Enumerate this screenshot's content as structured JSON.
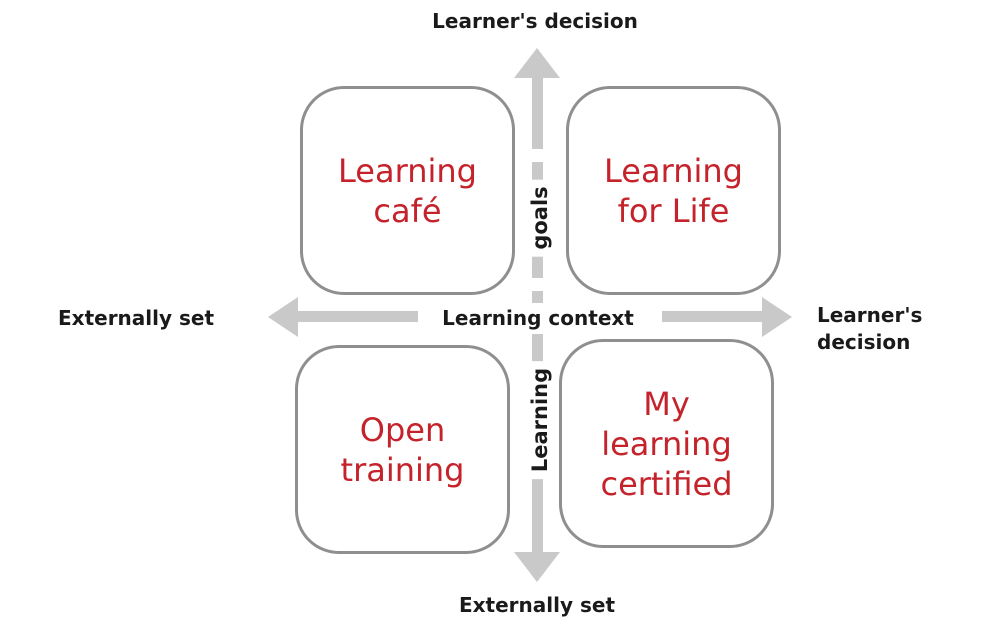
{
  "diagram_title": "Learning context / Learning goals quadrant diagram",
  "axes": {
    "top_label": "Learner's decision",
    "bottom_label": "Externally set",
    "left_label": "Externally set",
    "right_label": "Learner's\ndecision",
    "horizontal_axis_label": "Learning context",
    "vertical_axis_word_upper": "goals",
    "vertical_axis_word_lower": "Learning"
  },
  "quadrants": [
    {
      "position": "top-left",
      "label": "Learning\ncafé"
    },
    {
      "position": "top-right",
      "label": "Learning\nfor Life"
    },
    {
      "position": "bottom-left",
      "label": "Open\ntraining"
    },
    {
      "position": "bottom-right",
      "label": "My\nlearning\ncertified"
    }
  ],
  "colors": {
    "arrow_gray": "#c9c9c9",
    "box_border_gray": "#8f8f8f",
    "quadrant_text_red": "#c5232b",
    "label_text_black": "#1a1a1a",
    "background": "#ffffff"
  }
}
